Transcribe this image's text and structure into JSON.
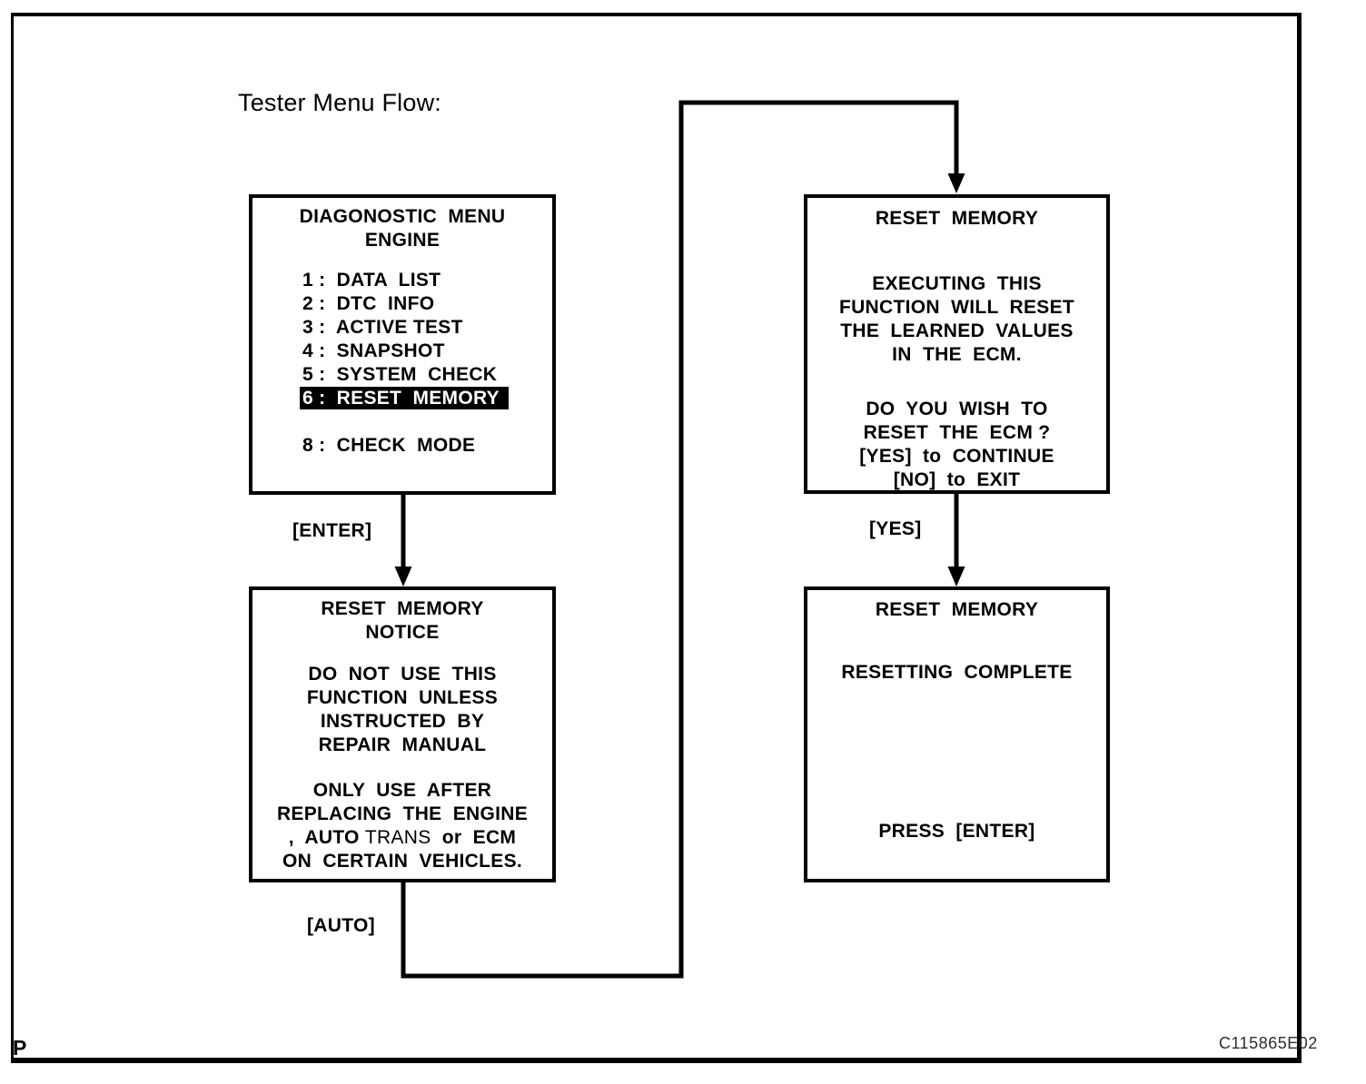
{
  "page": {
    "title": "Tester Menu Flow:",
    "page_marker": "P",
    "figure_code": "C115865E02"
  },
  "colors": {
    "ink": "#000000",
    "paper": "#ffffff",
    "highlight_bg": "#000000",
    "highlight_text": "#ffffff"
  },
  "flow_labels": {
    "enter": "[ENTER]",
    "yes": "[YES]",
    "auto": "[AUTO]"
  },
  "screens": {
    "diagnostic_menu": {
      "header": [
        "DIAGONOSTIC  MENU",
        "ENGINE"
      ],
      "items": [
        {
          "t": "1 :  DATA  LIST"
        },
        {
          "t": "2 :  DTC  INFO"
        },
        {
          "t": "3 :  ACTIVE TEST"
        },
        {
          "t": "4 :  SNAPSHOT"
        },
        {
          "t": "5 :  SYSTEM  CHECK"
        },
        {
          "t": "6 :  RESET  MEMORY",
          "hl": true
        },
        "",
        {
          "t": "8 :  CHECK  MODE"
        }
      ]
    },
    "reset_memory_confirm": {
      "header": [
        "RESET  MEMORY"
      ],
      "body1": [
        "EXECUTING  THIS",
        "FUNCTION  WILL  RESET",
        "THE  LEARNED  VALUES",
        "IN  THE  ECM."
      ],
      "body2": [
        "DO  YOU  WISH  TO",
        "RESET  THE  ECM ?",
        "[YES]  to  CONTINUE",
        "[NO]  to  EXIT"
      ]
    },
    "reset_memory_notice": {
      "header": [
        "RESET  MEMORY",
        "NOTICE"
      ],
      "body1": [
        "DO  NOT  USE  THIS",
        "FUNCTION  UNLESS",
        "INSTRUCTED  BY",
        "REPAIR  MANUAL"
      ],
      "body2": [
        "ONLY  USE  AFTER",
        "REPLACING  THE  ENGINE",
        {
          "spans": [
            {
              "t": ",  AUTO "
            },
            {
              "t": "TRANS",
              "light": true
            },
            {
              "t": "  or  ECM"
            }
          ]
        },
        "ON  CERTAIN  VEHICLES."
      ]
    },
    "reset_memory_complete": {
      "header": [
        "RESET  MEMORY"
      ],
      "body1": [
        "RESETTING  COMPLETE"
      ],
      "body2": [
        "PRESS  [ENTER]"
      ]
    }
  }
}
